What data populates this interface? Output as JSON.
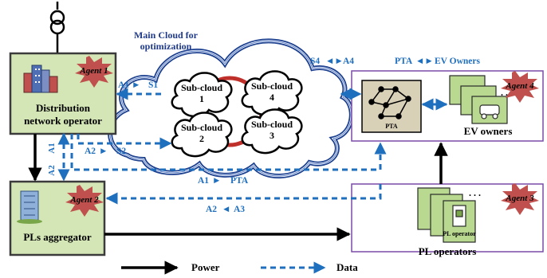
{
  "cloud": {
    "title_line1": "Main Cloud for",
    "title_line2": "optimization",
    "subclouds": [
      {
        "label": "Sub-cloud",
        "num": "1"
      },
      {
        "label": "Sub-cloud",
        "num": "4"
      },
      {
        "label": "Sub-cloud",
        "num": "2"
      },
      {
        "label": "Sub-cloud",
        "num": "3"
      }
    ]
  },
  "nodes": {
    "dno": {
      "line1": "Distribution",
      "line2": "network operator",
      "agent": "Agent 1"
    },
    "aggregator": {
      "label": "PLs aggregator",
      "agent": "Agent 2"
    },
    "pl_operators": {
      "label": "PL operators",
      "agent": "Agent 3",
      "card_text": "PL operator"
    },
    "ev_owners": {
      "label": "EV owners",
      "agent": "Agent 4"
    },
    "pta": {
      "label": "PTA"
    }
  },
  "flows": {
    "a1_s1_left": "A1",
    "a1_s1_right": "S1",
    "a2_s2_left": "A2",
    "a2_s2_right": "S2",
    "s4_a4_left": "S4",
    "s4_a4_right": "A4",
    "pta_ev_left": "PTA",
    "pta_ev_right": "EV Owners",
    "a1_pta_left": "A1",
    "a1_pta_right": "PTA",
    "a2_a3_left": "A2",
    "a2_a3_right": "A3",
    "vert_a1": "A1",
    "vert_a2": "A2"
  },
  "legend": {
    "power": "Power",
    "data": "Data"
  },
  "colors": {
    "data_blue": "#1f6fbf",
    "node_green": "#d4e6b5",
    "node_border": "#4f7a2b",
    "frame_purple": "#7a4aa8",
    "agent_star": "#c0504d",
    "ring_red": "#c0302a",
    "cloud_outline": "#1b3f8f"
  }
}
